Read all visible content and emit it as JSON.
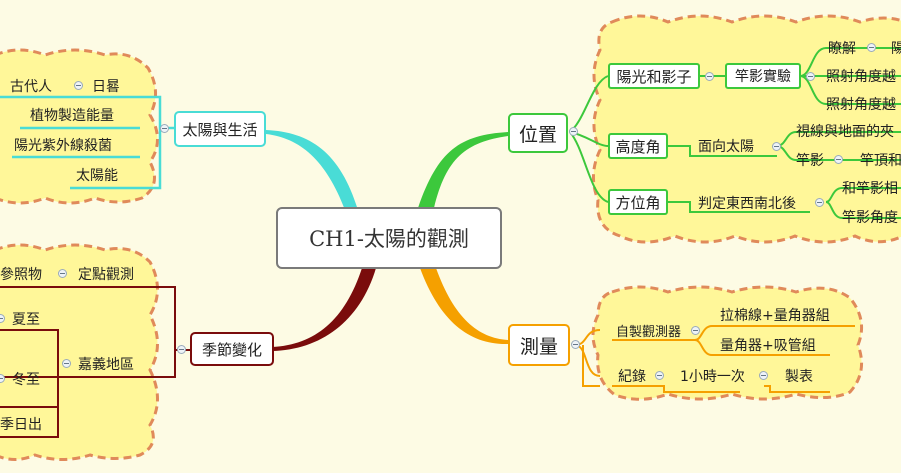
{
  "root": {
    "label": "CH1-太陽的觀測"
  },
  "branches": {
    "position": {
      "label": "位置",
      "light_shadow": {
        "label": "陽光和影子",
        "child": "竿影實驗",
        "leaf1a": "瞭解",
        "leaf1b": "陽",
        "leaf2": "照射角度越",
        "leaf3": "照射角度越"
      },
      "altitude": {
        "label": "高度角",
        "child": "面向太陽",
        "leaf1": "視線與地面的夾",
        "leaf2a": "竿影",
        "leaf2b": "竿頂和"
      },
      "azimuth": {
        "label": "方位角",
        "child": "判定東西南北後",
        "leaf1": "和竿影相",
        "leaf2": "竿影角度"
      }
    },
    "measure": {
      "label": "測量",
      "self_made": {
        "label": "自製觀測器",
        "leaf1": "拉棉線+量角器組",
        "leaf2": "量角器+吸管組"
      },
      "record": {
        "label": "紀錄",
        "child": "1小時一次",
        "leaf": "製表"
      }
    },
    "sun_life": {
      "label": "太陽與生活",
      "ancient": {
        "label": "古代人",
        "leaf": "日晷"
      },
      "plants": {
        "label": "植物製造能量"
      },
      "uv": {
        "label": "陽光紫外線殺菌"
      },
      "solar": {
        "label": "太陽能"
      }
    },
    "seasons": {
      "label": "季節變化",
      "fixed": {
        "label": "定點觀測",
        "left": "參照物"
      },
      "chiayi": {
        "label": "嘉義地區",
        "summer": "夏至",
        "winter": "冬至",
        "sunrise": "季日出"
      }
    }
  },
  "colors": {
    "position": "#3cc83c",
    "measure": "#f5a000",
    "sun_life": "#49dcd6",
    "seasons": "#7a0c0c",
    "cloud_fill": "#fff799",
    "cloud_border": "#e08a5a"
  }
}
